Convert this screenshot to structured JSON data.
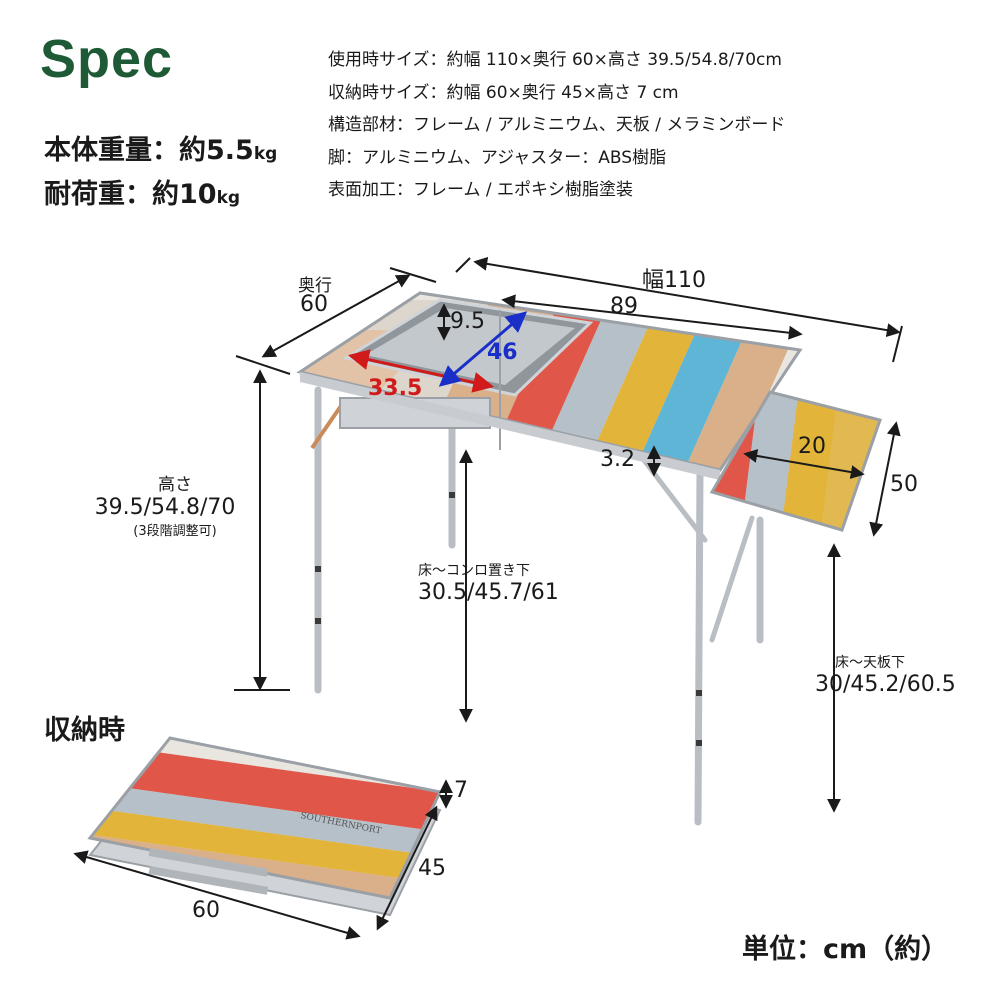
{
  "header": {
    "title": "Spec",
    "weight_label": "本体重量：約5.5",
    "weight_unit": "kg",
    "load_label": "耐荷重：約10",
    "load_unit": "kg"
  },
  "specs": [
    "使用時サイズ：約幅 110×奥行 60×高さ 39.5/54.8/70cm",
    "収納時サイズ：約幅 60×奥行 45×高さ 7 cm",
    "構造部材：フレーム / アルミニウム、天板 / メラミンボード",
    "脚：アルミニウム、アジャスター：ABS樹脂",
    "表面加工：フレーム / エポキシ樹脂塗装"
  ],
  "dimensions": {
    "depth_label": "奥行",
    "depth_value": "60",
    "width_label": "幅110",
    "width_inner": "89",
    "stove_height": "9.5",
    "stove_depth": "46",
    "stove_width": "33.5",
    "board_thickness": "3.2",
    "side_width": "20",
    "side_depth": "50",
    "height_label": "高さ",
    "height_value": "39.5/54.8/70",
    "height_note": "(3段階調整可)",
    "stove_floor_label": "床〜コンロ置き下",
    "stove_floor_value": "30.5/45.7/61",
    "board_floor_label": "床〜天板下",
    "board_floor_value": "30/45.2/60.5"
  },
  "storage": {
    "title": "収納時",
    "thickness": "7",
    "depth": "45",
    "width": "60",
    "brand_text": "SOUTHERNPORT"
  },
  "unit_label": "単位：cm（約）",
  "colors": {
    "title_green": "#1d5a35",
    "dim_red": "#d11a1a",
    "dim_blue": "#1a2ec8",
    "plank_red": "#e0574a",
    "plank_yellow": "#e3b43a",
    "plank_blue": "#5fb5d6",
    "plank_gray": "#b6c0c8",
    "plank_tan": "#d9b08a"
  }
}
